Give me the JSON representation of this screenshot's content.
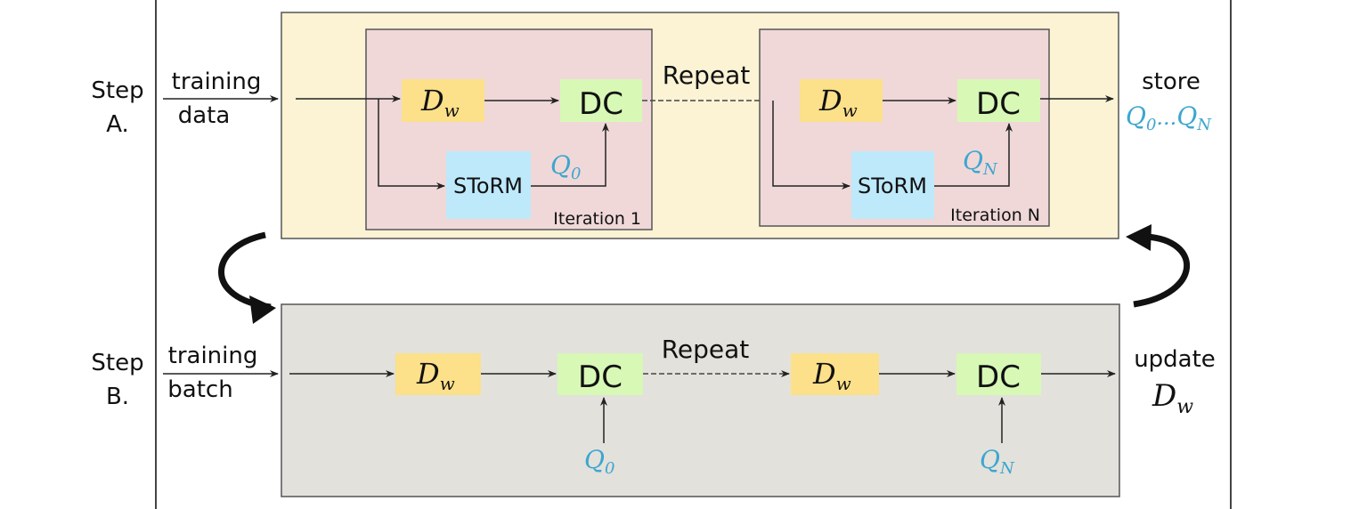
{
  "step_a": {
    "step_label_line1": "Step",
    "step_label_line2": "A.",
    "input_line1": "training",
    "input_line2": "data",
    "repeat_label": "Repeat",
    "output_line1": "store",
    "output_math_prefix": "Q",
    "output_math_sub_start": "0",
    "output_math_ellipsis": "...",
    "output_math_sub_end": "N",
    "iteration_1": {
      "label": "Iteration 1",
      "dw_symbol": "D",
      "dw_sub": "w",
      "dc_label": "DC",
      "storm_label": "SToRM",
      "q_symbol": "Q",
      "q_sub": "0"
    },
    "iteration_n": {
      "label": "Iteration N",
      "dw_symbol": "D",
      "dw_sub": "w",
      "dc_label": "DC",
      "storm_label": "SToRM",
      "q_symbol": "Q",
      "q_sub": "N"
    }
  },
  "step_b": {
    "step_label_line1": "Step",
    "step_label_line2": "B.",
    "input_line1": "training",
    "input_line2": "batch",
    "repeat_label": "Repeat",
    "output_line1": "update",
    "output_math_symbol": "D",
    "output_math_sub": "w",
    "dw1_symbol": "D",
    "dw1_sub": "w",
    "dc1_label": "DC",
    "q1_symbol": "Q",
    "q1_sub": "0",
    "dw2_symbol": "D",
    "dw2_sub": "w",
    "dc2_label": "DC",
    "q2_symbol": "Q",
    "q2_sub": "N"
  },
  "colors": {
    "step_a_panel": "#fbf3d4",
    "step_b_panel": "#e2e1dc",
    "iteration_panel": "#f0d8d8",
    "dw_block": "#fce08a",
    "dc_block": "#d8f8b6",
    "storm_block": "#bde9fb",
    "q_text": "#3da6cf"
  }
}
